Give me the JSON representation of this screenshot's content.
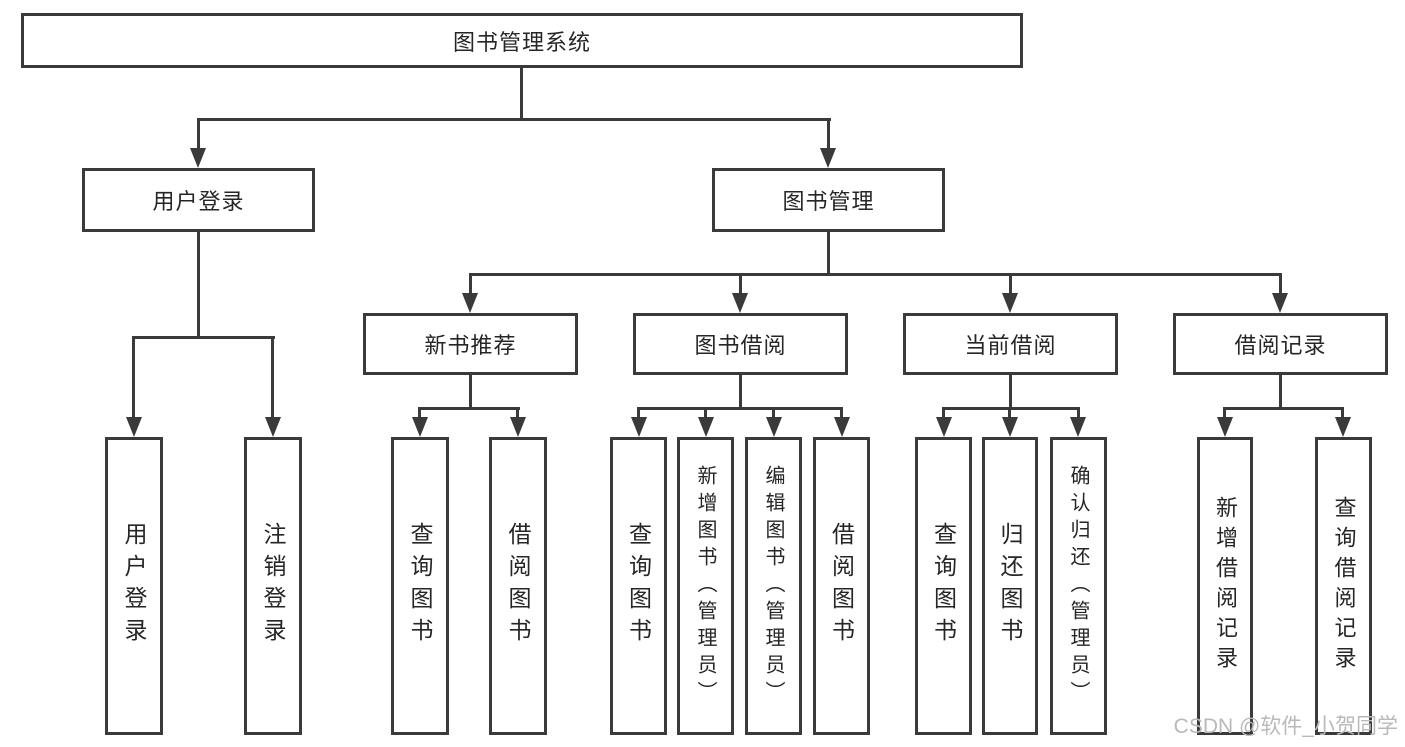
{
  "tree": {
    "label": "图书管理系统",
    "children": [
      {
        "label": "用户登录",
        "children": [
          {
            "label": "用户登录"
          },
          {
            "label": "注销登录"
          }
        ]
      },
      {
        "label": "图书管理",
        "children": [
          {
            "label": "新书推荐",
            "children": [
              {
                "label": "查询图书"
              },
              {
                "label": "借阅图书"
              }
            ]
          },
          {
            "label": "图书借阅",
            "children": [
              {
                "label": "查询图书"
              },
              {
                "label": "新增图书（管理员）"
              },
              {
                "label": "编辑图书（管理员）"
              },
              {
                "label": "借阅图书"
              }
            ]
          },
          {
            "label": "当前借阅",
            "children": [
              {
                "label": "查询图书"
              },
              {
                "label": "归还图书"
              },
              {
                "label": "确认归还（管理员）"
              }
            ]
          },
          {
            "label": "借阅记录",
            "children": [
              {
                "label": "新增借阅记录"
              },
              {
                "label": "查询借阅记录"
              }
            ]
          }
        ]
      }
    ]
  },
  "watermark": "CSDN @软件_小贺同学",
  "colors": {
    "line": "#3a3a3a",
    "box_border": "#3a3a3a",
    "box_fill": "#ffffff",
    "text": "#262626",
    "watermark": "#b9b9b9"
  }
}
